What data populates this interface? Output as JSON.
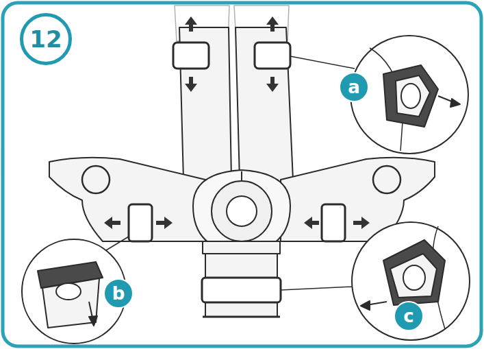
{
  "diagram": {
    "nodes": [
      {
        "text": [
          "12"
        ]
      },
      {
        "text": [
          "a"
        ]
      },
      {
        "text": [
          "b"
        ]
      },
      {
        "text": [
          "c"
        ]
      }
    ]
  }
}
